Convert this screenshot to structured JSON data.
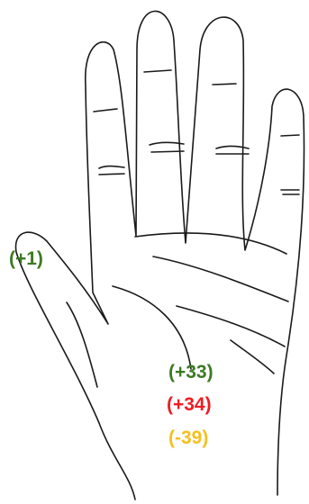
{
  "labels": {
    "thumb": {
      "text": "(+1)",
      "color": "#3d7a23"
    },
    "line1": {
      "text": "(+33)",
      "color": "#3d7a23"
    },
    "line2": {
      "text": "(+34)",
      "color": "#ee1c24"
    },
    "line3": {
      "text": "(-39)",
      "color": "#f4c020"
    }
  }
}
